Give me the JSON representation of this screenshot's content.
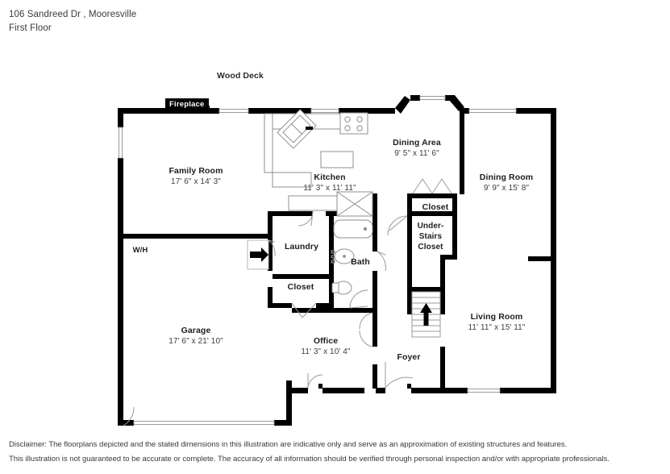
{
  "header": {
    "address": "106 Sandreed Dr , Mooresville",
    "floor": "First Floor"
  },
  "plan": {
    "exterior_label": "Wood Deck",
    "fireplace_label": "Fireplace",
    "water_heater_label": "W/H",
    "rooms": [
      {
        "name": "Family Room",
        "dim": "17' 6\" x 14' 3\""
      },
      {
        "name": "Kitchen",
        "dim": "11' 3\" x 11' 11\""
      },
      {
        "name": "Dining Area",
        "dim": "9' 5\" x 11' 6\""
      },
      {
        "name": "Dining Room",
        "dim": "9' 9\" x 15' 8\""
      },
      {
        "name": "Living Room",
        "dim": "11' 11\" x 15' 11\""
      },
      {
        "name": "Garage",
        "dim": "17' 6\" x 21' 10\""
      },
      {
        "name": "Office",
        "dim": "11' 3\" x 10' 4\""
      },
      {
        "name": "Laundry",
        "dim": ""
      },
      {
        "name": "Bath",
        "dim": ""
      },
      {
        "name": "Closet",
        "dim": ""
      },
      {
        "name": "Closet",
        "dim": ""
      },
      {
        "name": "Under-Stairs Closet",
        "dim": ""
      },
      {
        "name": "Foyer",
        "dim": ""
      }
    ],
    "understairs_lines": [
      "Under-",
      "Stairs",
      "Closet"
    ],
    "icons": [
      "stairs-up-arrow-icon",
      "garage-entry-arrow-icon",
      "kitchen-sink-icon",
      "kitchen-stove-icon",
      "bathtub-icon",
      "bath-sink-icon",
      "toilet-icon"
    ]
  },
  "disclaimer": {
    "line1": "Disclaimer: The floorplans depicted and the stated dimensions in this illustration are indicative only and serve as an approximation of existing structures and features.",
    "line2": "This illustration is not guaranteed to be accurate or complete. The accuracy of all information should be verified through personal inspection and/or with appropriate professionals."
  },
  "colors": {
    "wall": "#000000",
    "fixture": "#8a8a8a",
    "text": "#333333",
    "background": "#ffffff"
  }
}
